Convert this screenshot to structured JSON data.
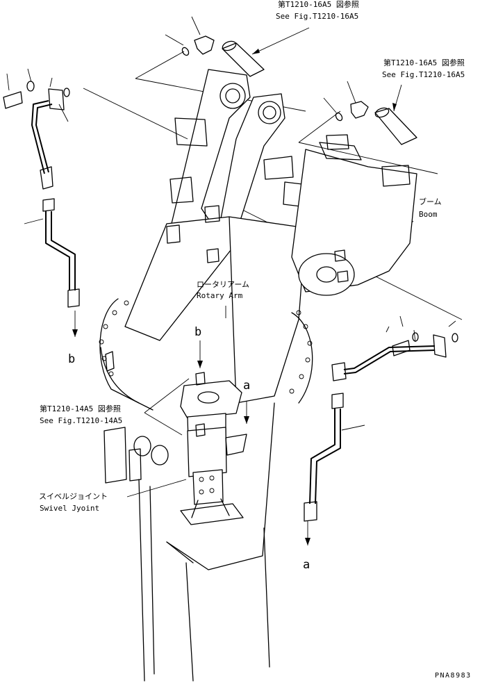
{
  "callouts": {
    "top_ref_jp": "第T1210-16A5 図参照",
    "top_ref_en": "See Fig.T1210-16A5",
    "right_ref_jp": "第T1210-16A5 図参照",
    "right_ref_en": "See Fig.T1210-16A5",
    "left_ref_jp": "第T1210-14A5 図参照",
    "left_ref_en": "See Fig.T1210-14A5"
  },
  "parts": {
    "boom_jp": "ブーム",
    "boom_en": "Boom",
    "rotary_arm_jp": "ロータリアーム",
    "rotary_arm_en": "Rotary Arm",
    "swivel_joint_jp": "スイベルジョイント",
    "swivel_joint_en": "Swivel Jyoint"
  },
  "connection_marks": {
    "b_lower_left": "b",
    "b_center": "b",
    "a_center": "a",
    "a_lower_right": "a"
  },
  "drawing_code": "PNA8983"
}
